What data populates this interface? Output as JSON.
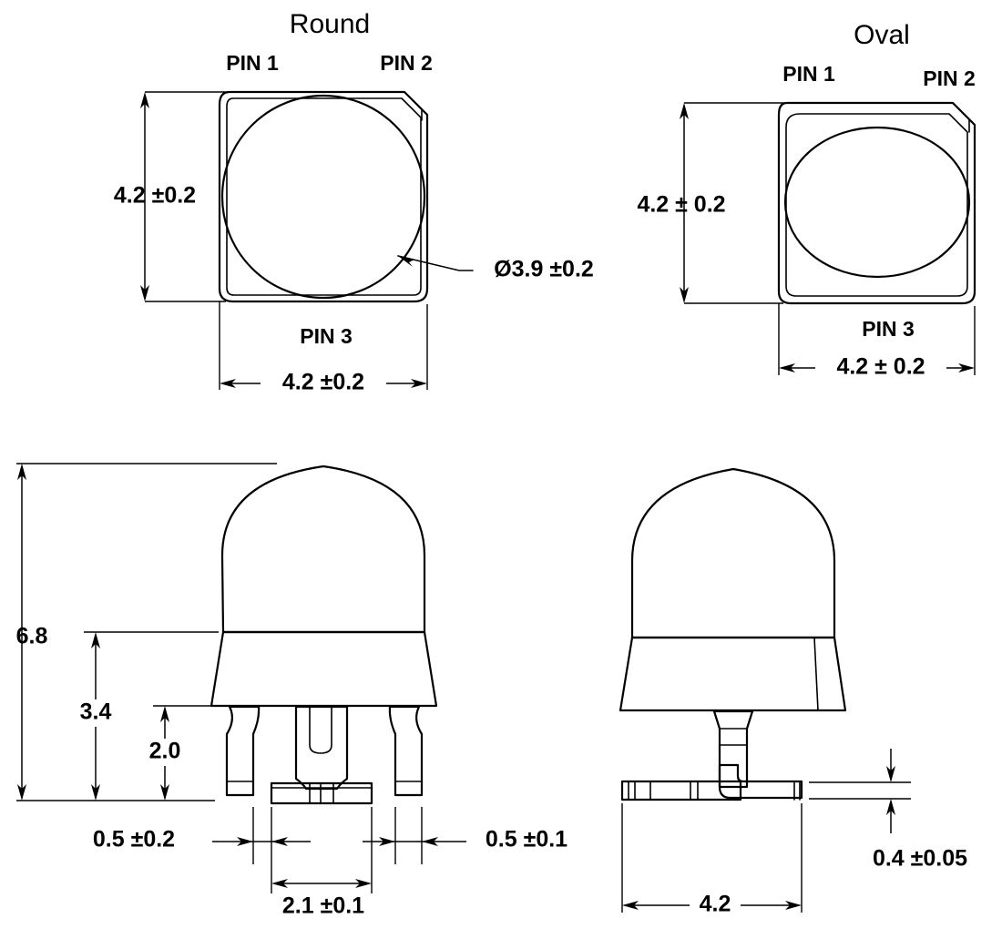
{
  "drawing": {
    "background_color": "#ffffff",
    "line_color": "#000000",
    "views": {
      "round_top": {
        "title": "Round",
        "pin1_label": "PIN 1",
        "pin2_label": "PIN 2",
        "pin3_label": "PIN 3",
        "height_dim": "4.2 ±0.2",
        "width_dim": "4.2 ±0.2",
        "diameter_callout": "Ø3.9 ±0.2"
      },
      "oval_top": {
        "title": "Oval",
        "pin1_label": "PIN 1",
        "pin2_label": "PIN 2",
        "pin3_label": "PIN 3",
        "height_dim": "4.2 ± 0.2",
        "width_dim": "4.2 ± 0.2"
      },
      "front_side": {
        "overall_height_dim": "6.8",
        "body_height_dim": "3.4",
        "lead_height_dim": "2.0",
        "lead_thickness_dim": "0.5 ±0.2",
        "lead_width_dim": "0.5 ±0.1",
        "lead_pitch_dim": "2.1 ±0.1"
      },
      "right_side": {
        "base_width_dim": "4.2",
        "foot_thickness_dim": "0.4 ±0.05"
      }
    }
  }
}
